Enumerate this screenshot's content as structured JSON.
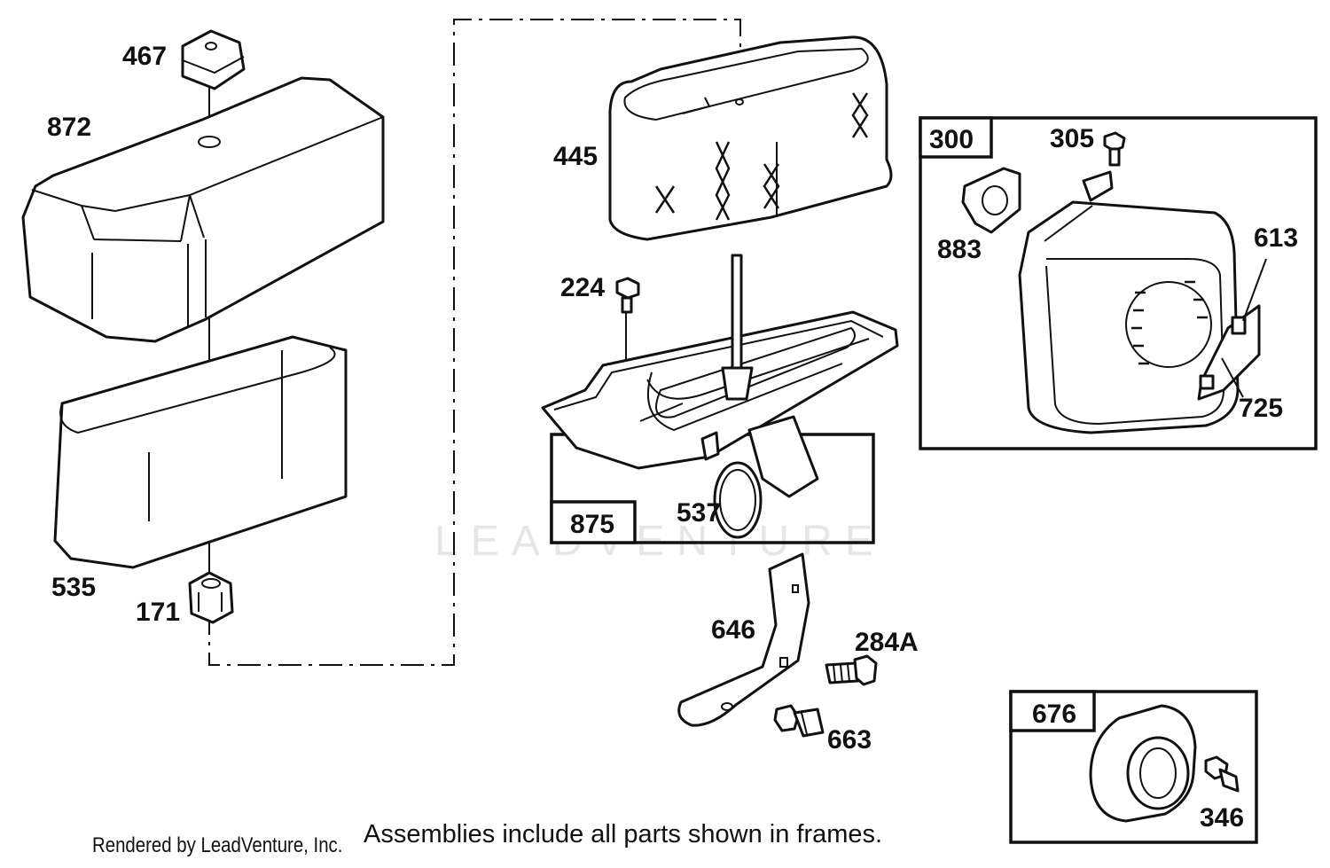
{
  "watermark": "LEADVENTURE",
  "footer": {
    "credit": "Rendered by LeadVenture, Inc.",
    "note": "Assemblies include all parts shown in frames."
  },
  "parts": {
    "p467": "467",
    "p872": "872",
    "p535": "535",
    "p171": "171",
    "p445": "445",
    "p224": "224",
    "p875": "875",
    "p537": "537",
    "p646": "646",
    "p284A": "284A",
    "p663": "663",
    "p300": "300",
    "p305": "305",
    "p883": "883",
    "p613": "613",
    "p725": "725",
    "p676": "676",
    "p346": "346"
  }
}
